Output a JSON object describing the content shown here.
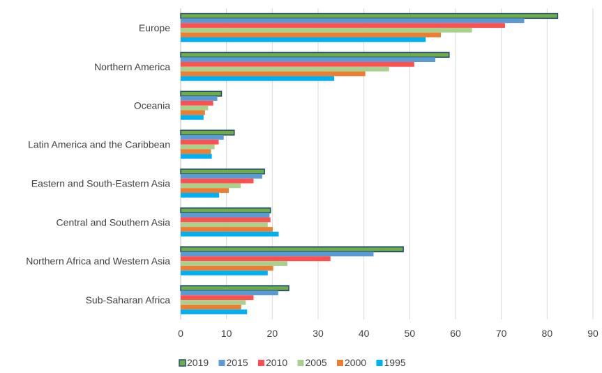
{
  "chart_data": {
    "type": "bar",
    "orientation": "horizontal",
    "categories": [
      "Europe",
      "Northern America",
      "Oceania",
      "Latin America and the Caribbean",
      "Eastern and South-Eastern Asia",
      "Central and Southern Asia",
      "Northern Africa and Western Asia",
      "Sub-Saharan Africa"
    ],
    "series": [
      {
        "name": "2019",
        "color": "#70AD47",
        "outline": "#1F4E79",
        "values": [
          82.3,
          58.6,
          8.9,
          11.7,
          18.3,
          19.6,
          48.6,
          23.6
        ]
      },
      {
        "name": "2015",
        "color": "#5B9BD5",
        "values": [
          75.0,
          55.6,
          8.0,
          9.4,
          17.8,
          19.4,
          42.1,
          21.3
        ]
      },
      {
        "name": "2010",
        "color": "#FF5050",
        "values": [
          70.8,
          51.0,
          7.1,
          8.3,
          15.9,
          19.6,
          32.7,
          15.9
        ]
      },
      {
        "name": "2005",
        "color": "#A9D18E",
        "values": [
          63.6,
          45.5,
          6.0,
          7.4,
          13.1,
          19.0,
          23.3,
          14.2
        ]
      },
      {
        "name": "2000",
        "color": "#ED7D31",
        "values": [
          56.8,
          40.3,
          5.3,
          6.6,
          10.5,
          20.1,
          20.2,
          13.2
        ]
      },
      {
        "name": "1995",
        "color": "#00B0F0",
        "values": [
          53.5,
          33.5,
          5.0,
          6.8,
          8.4,
          21.4,
          19.0,
          14.5
        ]
      }
    ],
    "xlim": [
      0,
      90
    ],
    "x_ticks": [
      0,
      10,
      20,
      30,
      40,
      50,
      60,
      70,
      80,
      90
    ],
    "title": "",
    "xlabel": "",
    "ylabel": "",
    "grid": "vertical",
    "legend_position": "bottom"
  }
}
